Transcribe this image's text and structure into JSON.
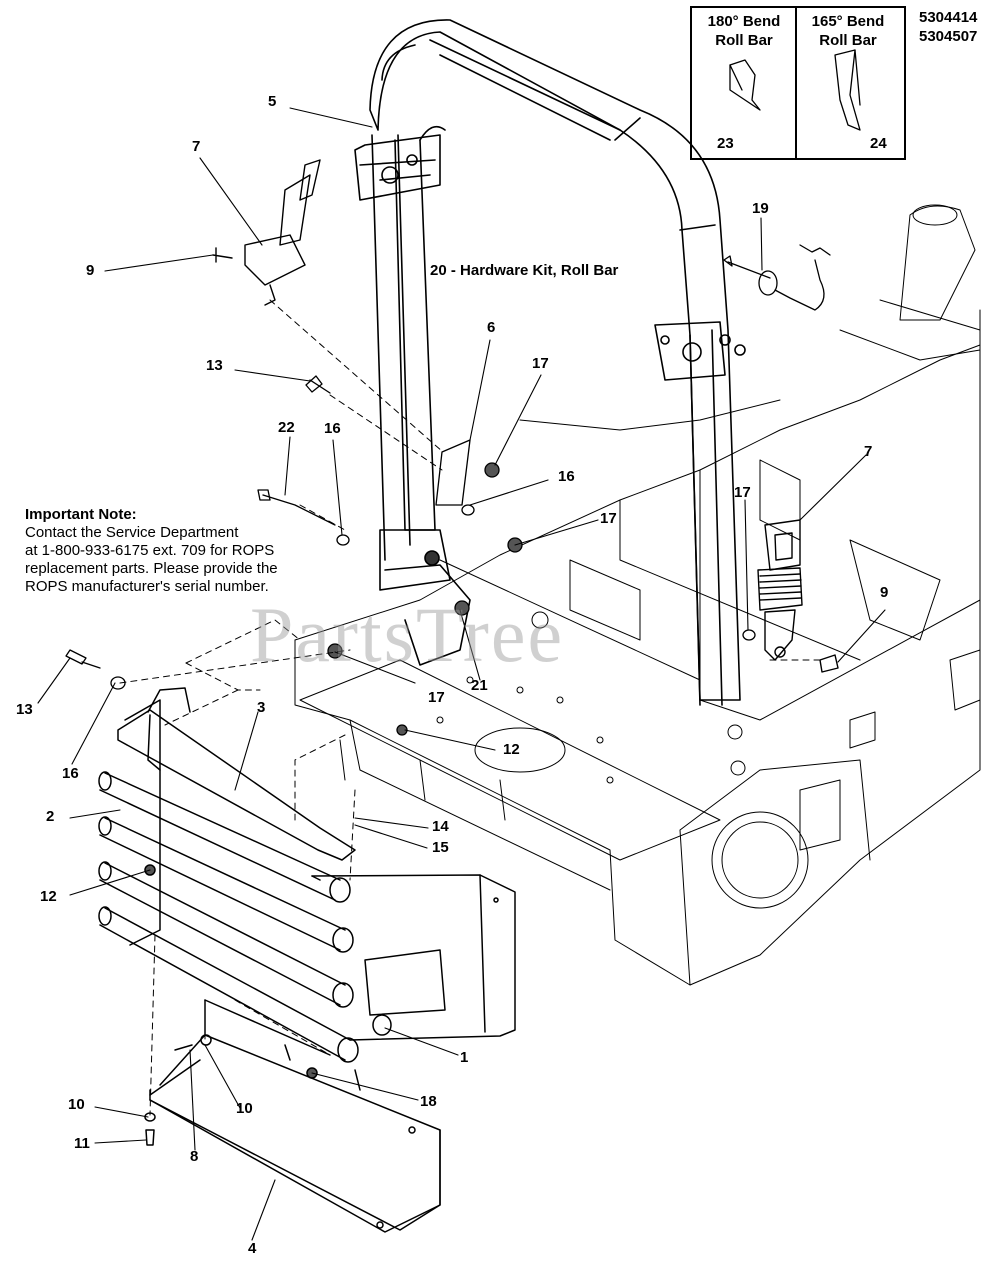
{
  "model_numbers": [
    "5304414",
    "5304507"
  ],
  "inset": {
    "left_header": "180° Bend\nRoll Bar",
    "right_header": "165° Bend\nRoll Bar",
    "left_part": "23",
    "right_part": "24"
  },
  "hardware_kit_label": "20 - Hardware Kit, Roll Bar",
  "important_note": {
    "heading": "Important Note:",
    "lines": [
      "Contact the Service Department",
      "at 1-800-933-6175 ext. 709 for ROPS",
      "replacement parts.  Please provide the",
      "ROPS manufacturer's serial number."
    ]
  },
  "watermark": "PartsTree",
  "callouts": {
    "c5": "5",
    "c7a": "7",
    "c9a": "9",
    "c13a": "13",
    "c6": "6",
    "c17a": "17",
    "c22": "22",
    "c16a": "16",
    "c16b": "16",
    "c17b": "17",
    "c19": "19",
    "c7b": "7",
    "c17c": "17",
    "c9b": "9",
    "c17d": "17",
    "c21": "21",
    "c13b": "13",
    "c16c": "16",
    "c3": "3",
    "c12a": "12",
    "c2": "2",
    "c14": "14",
    "c15": "15",
    "c12b": "12",
    "c1": "1",
    "c18": "18",
    "c10a": "10",
    "c10b": "10",
    "c11": "11",
    "c8": "8",
    "c4": "4"
  }
}
